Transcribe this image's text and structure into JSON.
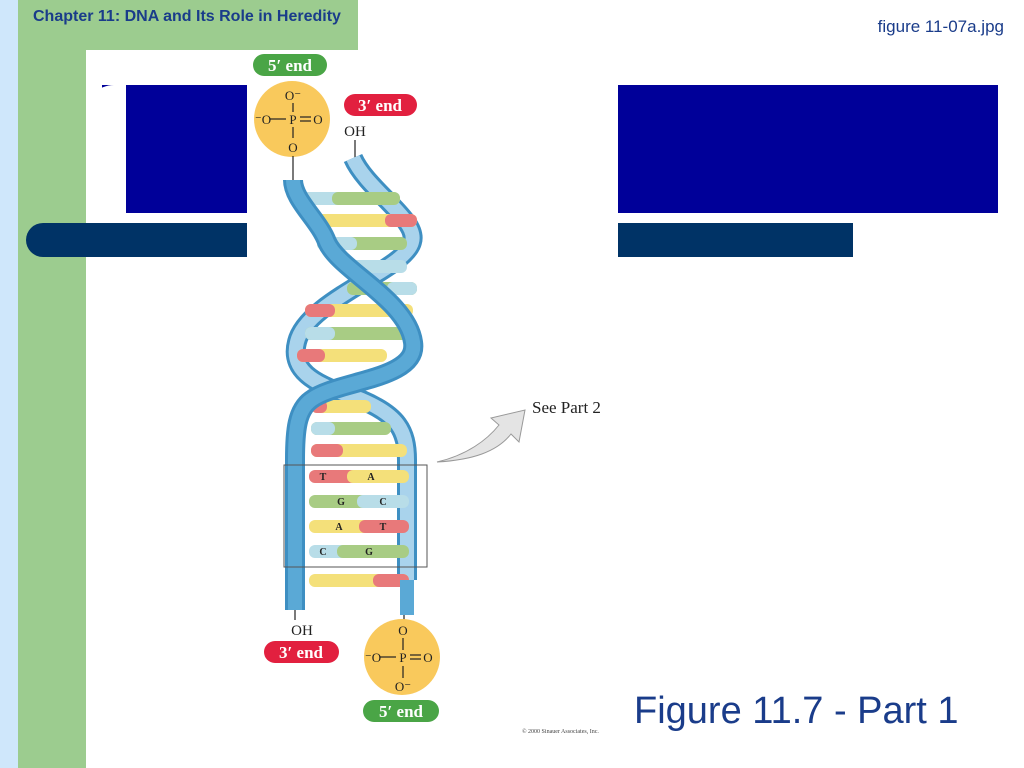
{
  "slide": {
    "chapter_title": "Chapter 11: DNA and Its Role in Heredity",
    "file_name": "figure 11-07a.jpg",
    "caption": "Figure 11.7 - Part 1"
  },
  "figure": {
    "top_5_end": "5′ end",
    "top_3_end": "3′ end",
    "top_oh": "OH",
    "bottom_oh": "OH",
    "bottom_3_end": "3′ end",
    "bottom_5_end": "5′ end",
    "see_part": "See Part 2",
    "copyright": "© 2000 Sinauer Associates, Inc.",
    "phosphate": {
      "o": "O",
      "o_minus": "O⁻",
      "minus_o": "⁻O",
      "p": "P"
    },
    "base_pairs": [
      {
        "left": "T",
        "right": "A"
      },
      {
        "left": "G",
        "right": "C"
      },
      {
        "left": "A",
        "right": "T"
      },
      {
        "left": "C",
        "right": "G"
      }
    ]
  },
  "colors": {
    "backbone": "#5aa9d6",
    "backbone_light": "#a9d3ec",
    "adenine": "#f4e07a",
    "thymine": "#e8797a",
    "guanine": "#a8cc84",
    "cytosine": "#b8dde8",
    "phosphate": "#f9c95c",
    "end5_badge": "#4aa546",
    "end3_badge": "#e2203f"
  }
}
